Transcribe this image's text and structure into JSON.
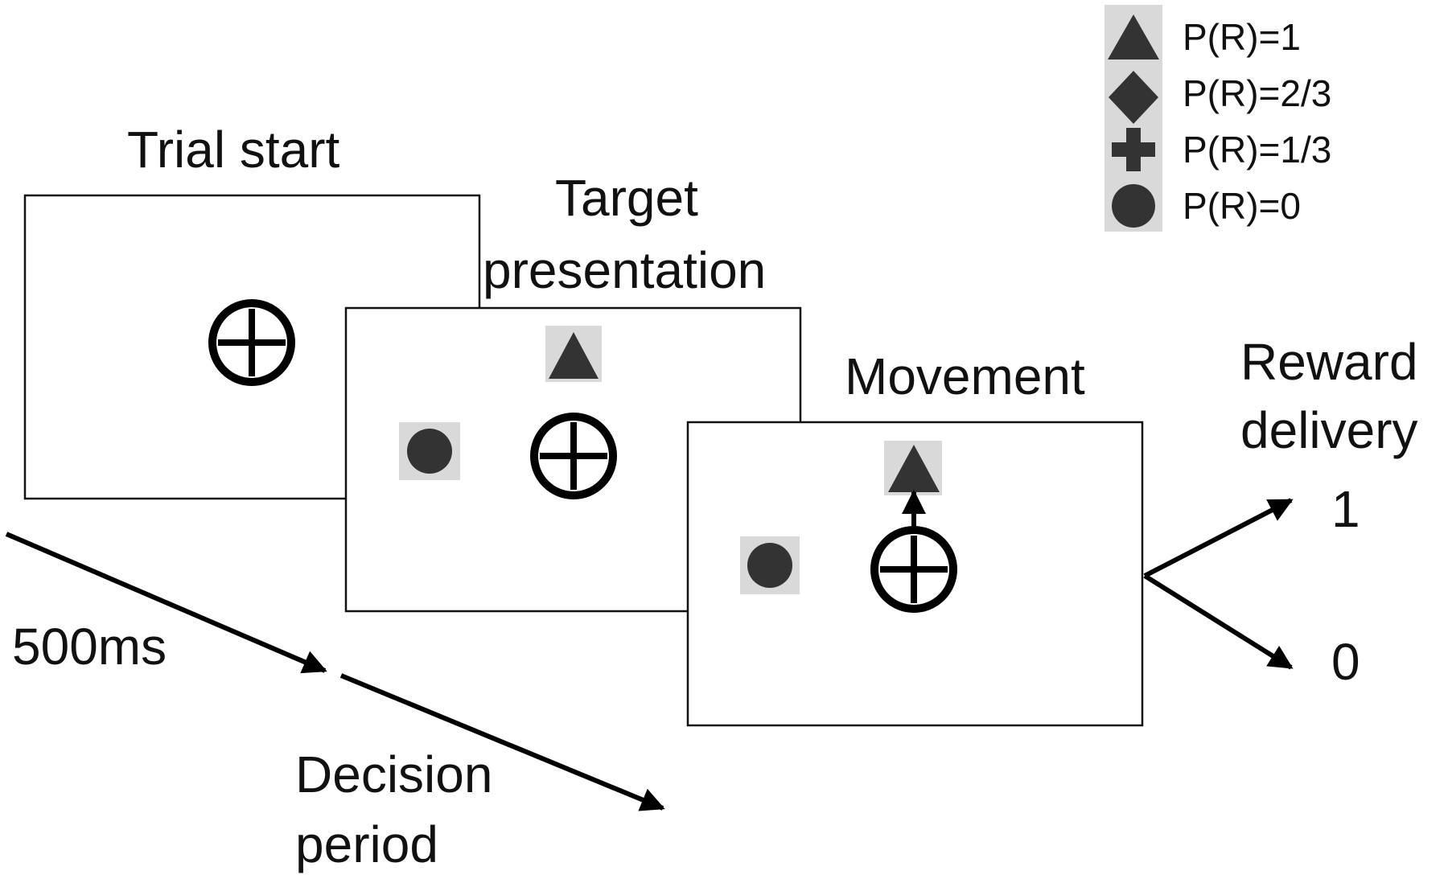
{
  "labels": {
    "trial_start": "Trial start",
    "target_presentation_line1": "Target",
    "target_presentation_line2": "presentation",
    "movement": "Movement",
    "reward_delivery_line1": "Reward",
    "reward_delivery_line2": "delivery",
    "timing": "500ms",
    "decision_period_line1": "Decision",
    "decision_period_line2": "period",
    "outcome_one": "1",
    "outcome_zero": "0"
  },
  "legend": [
    {
      "icon": "triangle-icon",
      "label": "P(R)=1"
    },
    {
      "icon": "diamond-icon",
      "label": "P(R)=2/3"
    },
    {
      "icon": "plus-icon",
      "label": "P(R)=1/3"
    },
    {
      "icon": "circle-icon",
      "label": "P(R)=0"
    }
  ],
  "colors": {
    "symbol": "#333333",
    "symbol_background": "#d9d9d9",
    "line": "#000000"
  }
}
